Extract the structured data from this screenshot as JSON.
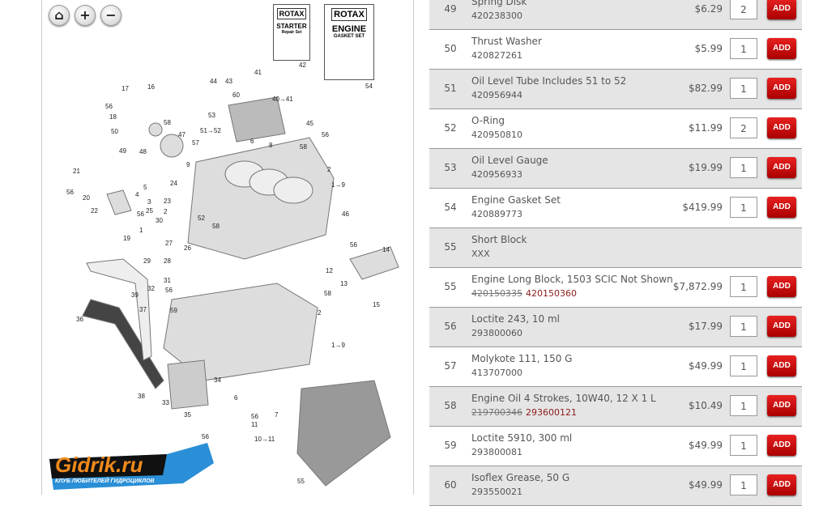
{
  "diagram": {
    "controls": {
      "home": "⌂",
      "zoom_in": "+",
      "zoom_out": "−"
    },
    "cards": [
      {
        "brand": "ROTAX",
        "title": "STARTER",
        "sub": "Repair Set",
        "num": "42"
      },
      {
        "brand": "ROTAX",
        "title": "ENGINE",
        "sub": "GASKET SET",
        "num": "54"
      }
    ],
    "callouts": [
      "17",
      "16",
      "56",
      "18",
      "50",
      "49",
      "48",
      "47",
      "58",
      "57",
      "9",
      "44",
      "43",
      "60",
      "41",
      "53",
      "51→52",
      "40→41",
      "45",
      "56",
      "6",
      "8",
      "58",
      "21",
      "56",
      "20",
      "22",
      "5",
      "4",
      "3",
      "25",
      "24",
      "23",
      "2",
      "30",
      "1",
      "19",
      "56",
      "27",
      "26",
      "29",
      "28",
      "52",
      "58",
      "2",
      "1→9",
      "46",
      "56",
      "14",
      "12",
      "13",
      "58",
      "15",
      "32",
      "31",
      "56",
      "39",
      "37",
      "36",
      "59",
      "2",
      "1→9",
      "38",
      "33",
      "34",
      "35",
      "56",
      "6",
      "56",
      "7",
      "11",
      "10→11",
      "55"
    ]
  },
  "parts": [
    {
      "num": "49",
      "name": "Spring Disk",
      "pn": "420238300",
      "price": "$6.29",
      "qty": "2"
    },
    {
      "num": "50",
      "name": "Thrust Washer",
      "pn": "420827261",
      "price": "$5.99",
      "qty": "1"
    },
    {
      "num": "51",
      "name": "Oil Level Tube Includes 51 to 52",
      "pn": "420956944",
      "price": "$82.99",
      "qty": "1"
    },
    {
      "num": "52",
      "name": "O-Ring",
      "pn": "420950810",
      "price": "$11.99",
      "qty": "2"
    },
    {
      "num": "53",
      "name": "Oil Level Gauge",
      "pn": "420956933",
      "price": "$19.99",
      "qty": "1"
    },
    {
      "num": "54",
      "name": "Engine Gasket Set",
      "pn": "420889773",
      "price": "$419.99",
      "qty": "1"
    },
    {
      "num": "55",
      "name": "Short Block",
      "pn": "XXX"
    },
    {
      "num": "55",
      "name": "Engine Long Block, 1503 SCIC Not Shown",
      "old_pn": "420150335",
      "pn": "420150360",
      "price": "$7,872.99",
      "qty": "1"
    },
    {
      "num": "56",
      "name": "Loctite 243, 10 ml",
      "pn": "293800060",
      "price": "$17.99",
      "qty": "1"
    },
    {
      "num": "57",
      "name": "Molykote 111, 150 G",
      "pn": "413707000",
      "price": "$49.99",
      "qty": "1"
    },
    {
      "num": "58",
      "name": "Engine Oil 4 Strokes, 10W40, 12 X 1 L",
      "old_pn": "219700346",
      "pn": "293600121",
      "price": "$10.49",
      "qty": "1"
    },
    {
      "num": "59",
      "name": "Loctite 5910, 300 ml",
      "pn": "293800081",
      "price": "$49.99",
      "qty": "1"
    },
    {
      "num": "60",
      "name": "Isoflex Grease, 50 G",
      "pn": "293550021",
      "price": "$49.99",
      "qty": "1"
    }
  ],
  "add_label": "ADD",
  "watermark": {
    "title": "Gidrik.ru",
    "subtitle": "КЛУБ ЛЮБИТЕЛЕЙ ГИДРОЦИКЛОВ"
  },
  "colors": {
    "add": "#cc0000",
    "row_alt": "#e5e5e5"
  }
}
